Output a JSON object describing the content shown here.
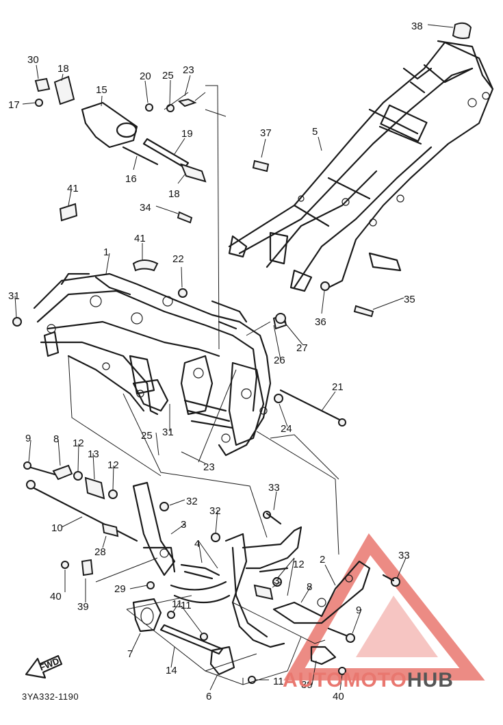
{
  "diagram": {
    "code": "3YA332-1190",
    "fwd_label": "FWD",
    "callouts": [
      "38",
      "30",
      "18",
      "20",
      "25",
      "23",
      "17",
      "15",
      "19",
      "37",
      "5",
      "16",
      "18",
      "34",
      "41",
      "41",
      "22",
      "1",
      "31",
      "35",
      "36",
      "27",
      "26",
      "21",
      "24",
      "31",
      "25",
      "9",
      "8",
      "12",
      "13",
      "12",
      "23",
      "32",
      "33",
      "10",
      "3",
      "32",
      "28",
      "4",
      "12",
      "3",
      "2",
      "8",
      "33",
      "40",
      "39",
      "29",
      "11",
      "7",
      "14",
      "11",
      "6",
      "9",
      "11",
      "39",
      "40"
    ]
  },
  "watermark": {
    "text_a": "AUTO",
    "text_b": "MOTO",
    "text_c": "HUB",
    "color_accent": "#e9776f",
    "color_dark": "#555555"
  }
}
